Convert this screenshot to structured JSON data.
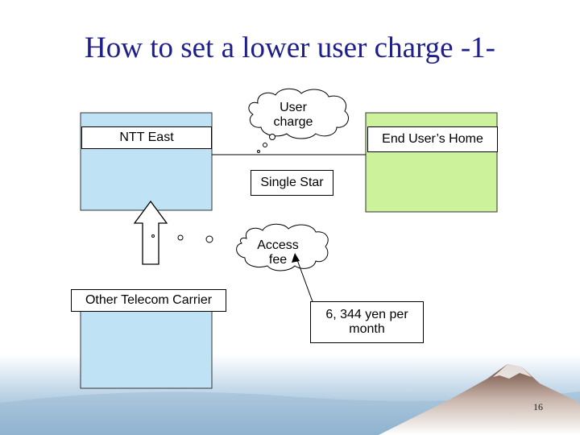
{
  "slide": {
    "title": "How to set a lower user charge -1-",
    "page_number": "16"
  },
  "nodes": {
    "ntt_east": "NTT East",
    "end_user_home": "End User’s Home",
    "other_carrier": "Other Telecom Carrier",
    "single_star": "Single Star",
    "fee_note": "6, 344 yen per month"
  },
  "clouds": {
    "user_charge": "User charge",
    "access_fee": "Access fee"
  },
  "colors": {
    "title": "#1f1f8a",
    "box_fill_blue": "#bfe3f4",
    "box_fill_green": "#ccf39b",
    "footer_band": "#b8d3e6"
  }
}
